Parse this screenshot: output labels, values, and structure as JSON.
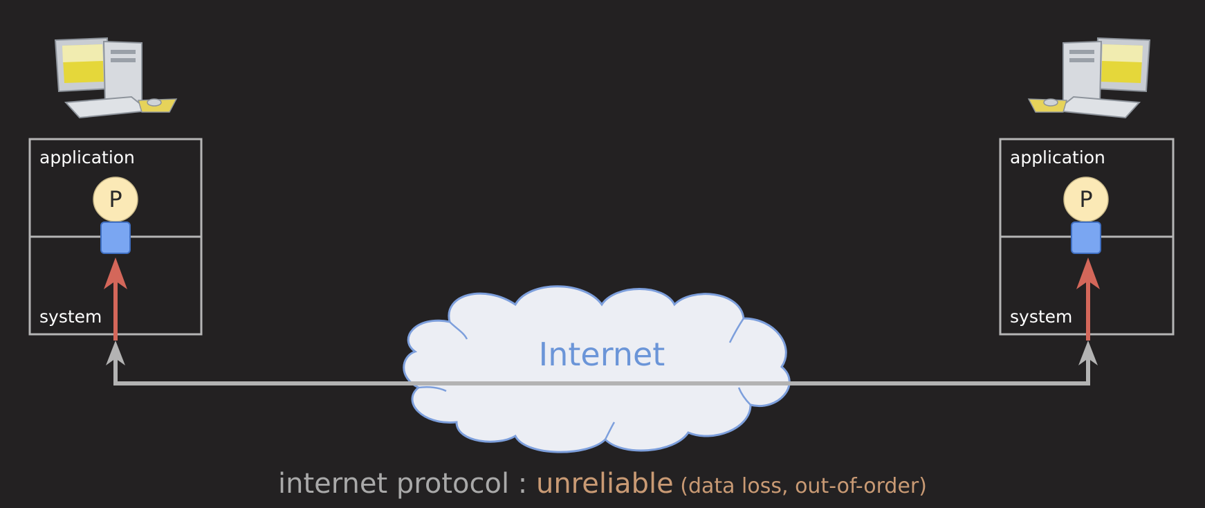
{
  "hosts": [
    {
      "application_label": "application",
      "system_label": "system",
      "process_label": "P"
    },
    {
      "application_label": "application",
      "system_label": "system",
      "process_label": "P"
    }
  ],
  "cloud": {
    "label": "Internet"
  },
  "caption": {
    "main": "internet protocol : ",
    "accent": "unreliable",
    "note": " (data loss, out-of-order)"
  },
  "colors": {
    "background": "#232122",
    "process_fill": "#fbe9b6",
    "socket_fill": "#7aa6f2",
    "arrow_up": "#d4675a",
    "arrow_path": "#b3b3b3",
    "cloud_fill": "#eceef4",
    "cloud_stroke": "#7d9fdc",
    "caption_accent": "#c99a74"
  }
}
